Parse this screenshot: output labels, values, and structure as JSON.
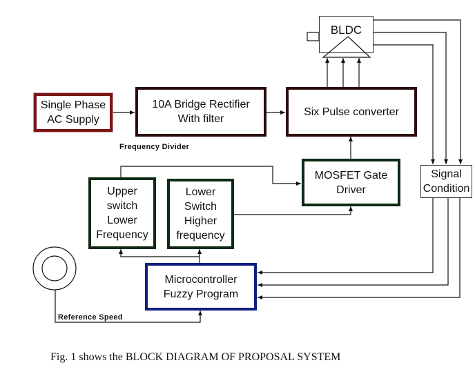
{
  "blocks": {
    "ac_supply": "Single Phase\nAC Supply",
    "rectifier": "10A Bridge Rectifier\nWith filter",
    "converter": "Six Pulse converter",
    "bldc": "BLDC",
    "mosfet": "MOSFET Gate\nDriver",
    "signal": "Signal\nCondition",
    "upper_switch": "Upper\nswitch\nLower\nFrequency",
    "lower_switch": "Lower\nSwitch\nHigher\nfrequency",
    "micro": "Microcontroller\nFuzzy Program"
  },
  "labels": {
    "frequency_divider": "Frequency Divider",
    "reference_speed": "Reference Speed"
  },
  "caption": "Fig. 1 shows the BLOCK DIAGRAM OF PROPOSAL SYSTEM",
  "colors": {
    "ac_supply_border": "#7a1416",
    "power_border": "#2a0c0c",
    "control_border": "#0f2a14",
    "micro_border": "#101e82"
  }
}
